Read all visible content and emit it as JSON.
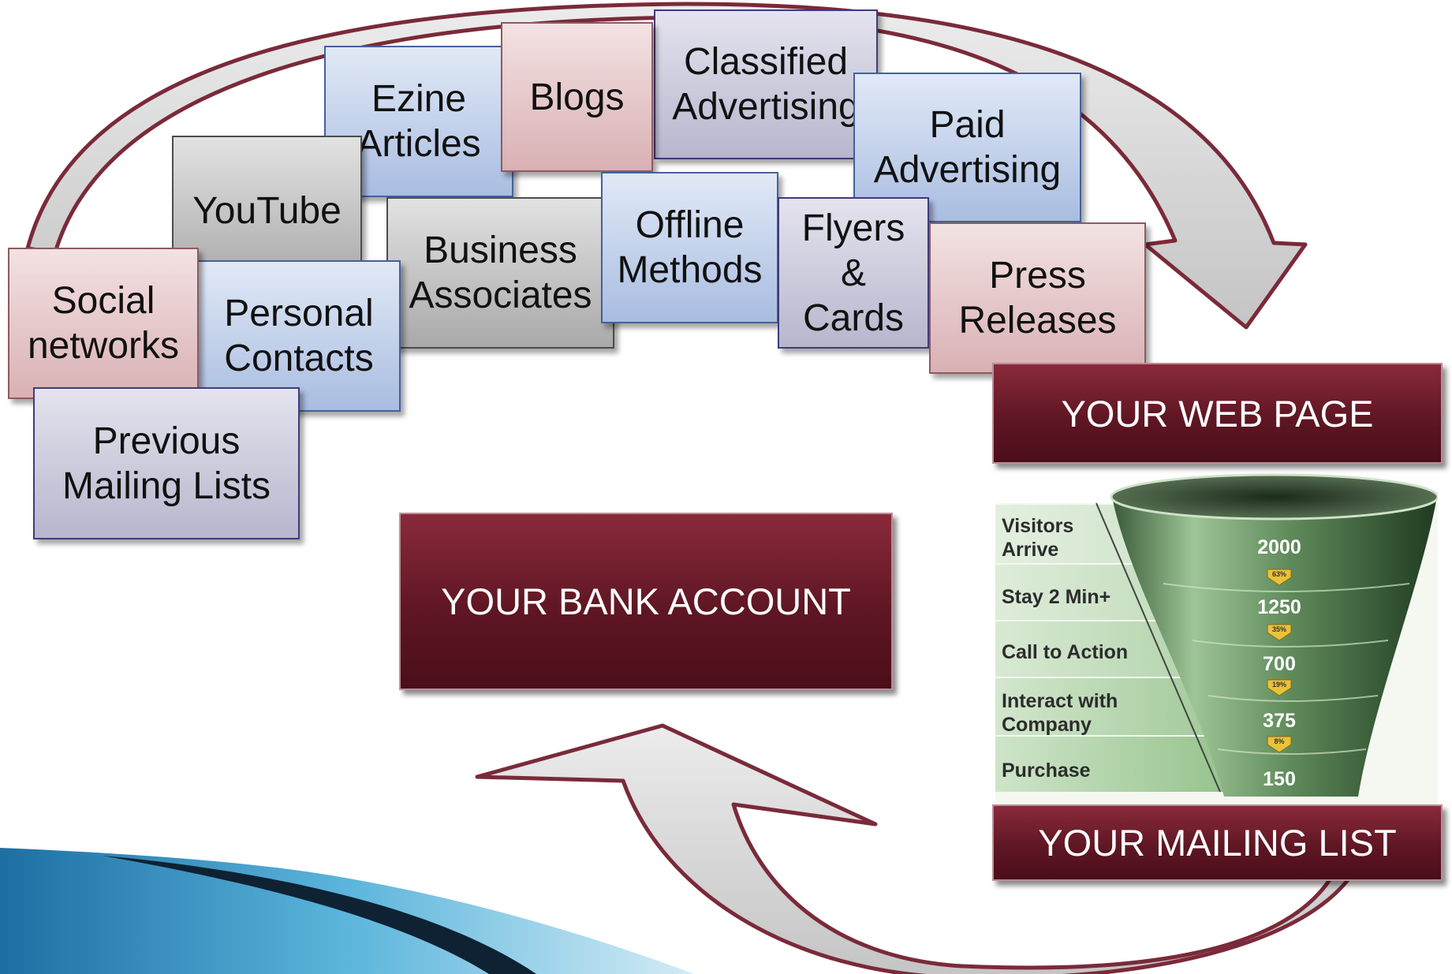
{
  "sources": [
    {
      "id": "classified",
      "label": "Classified\nAdvertising",
      "style": "lav"
    },
    {
      "id": "paid",
      "label": "Paid\nAdvertising",
      "style": "blue"
    },
    {
      "id": "ezine",
      "label": "Ezine\nArticles",
      "style": "blue"
    },
    {
      "id": "blogs",
      "label": "Blogs",
      "style": "pink"
    },
    {
      "id": "youtube",
      "label": "YouTube",
      "style": "gray"
    },
    {
      "id": "business",
      "label": "Business\nAssociates",
      "style": "gray"
    },
    {
      "id": "offline",
      "label": "Offline\nMethods",
      "style": "blue"
    },
    {
      "id": "flyers",
      "label": "Flyers\n&\nCards",
      "style": "lav"
    },
    {
      "id": "press",
      "label": "Press\nReleases",
      "style": "pink"
    },
    {
      "id": "personal",
      "label": "Personal\nContacts",
      "style": "blue"
    },
    {
      "id": "social",
      "label": "Social\nnetworks",
      "style": "pink"
    },
    {
      "id": "previous",
      "label": "Previous\nMailing Lists",
      "style": "lav"
    }
  ],
  "web_page": "YOUR WEB PAGE",
  "mailing_list": "YOUR MAILING LIST",
  "bank_account": "YOUR BANK ACCOUNT",
  "funnel": {
    "stages": [
      {
        "label": "Visitors\nArrive",
        "value": "2000"
      },
      {
        "label": "Stay 2 Min+",
        "value": "1250"
      },
      {
        "label": "Call to Action",
        "value": "700"
      },
      {
        "label": "Interact with\nCompany",
        "value": "375"
      },
      {
        "label": "Purchase",
        "value": "150"
      }
    ],
    "percentages": [
      "63%",
      "35%",
      "19%",
      "8%"
    ]
  },
  "colors": {
    "maroon": "#6b1a29",
    "arrow_outline": "#7a2a39",
    "funnel_green": "#8fb88a",
    "accent_blue": "#3d8fc0"
  }
}
